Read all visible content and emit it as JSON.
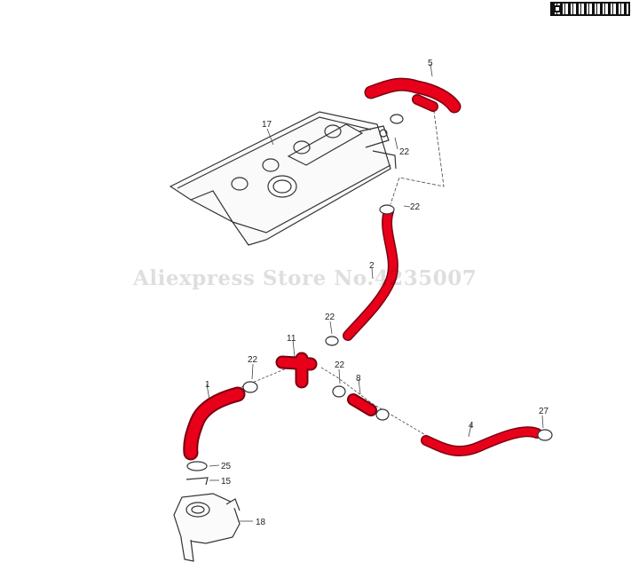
{
  "watermark": "Aliexpress Store No.4235007",
  "parts": {
    "p1": "1",
    "p2": "2",
    "p4": "4",
    "p5": "5",
    "p8": "8",
    "p11": "11",
    "p15": "15",
    "p17": "17",
    "p18": "18",
    "p22": "22",
    "p25": "25",
    "p27": "27"
  },
  "colors": {
    "hose": "#e8001a",
    "hose_outline": "#7a0010",
    "line": "#333333"
  },
  "icons": {
    "qr": "qr-code-icon"
  }
}
